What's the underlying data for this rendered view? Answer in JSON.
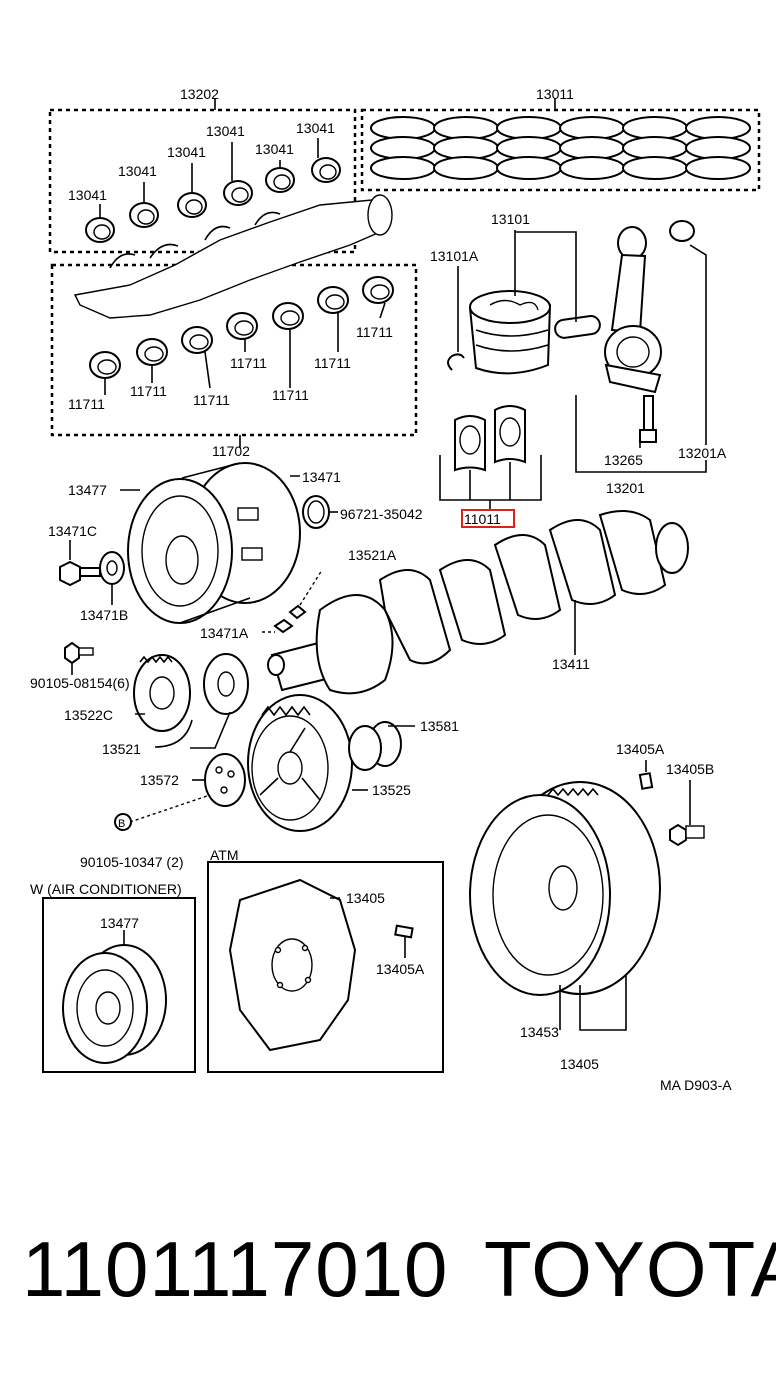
{
  "diagram": {
    "labels": {
      "l13202": "13202",
      "l13011": "13011",
      "l13041a": "13041",
      "l13041b": "13041",
      "l13041c": "13041",
      "l13041d": "13041",
      "l13041e": "13041",
      "l13041f": "13041",
      "l13101": "13101",
      "l13101A": "13101A",
      "l11711a": "11711",
      "l11711b": "11711",
      "l11711c": "11711",
      "l11711d": "11711",
      "l11711e": "11711",
      "l11711f": "11711",
      "l11711g": "11711",
      "l11702": "11702",
      "l13265": "13265",
      "l13201A": "13201A",
      "l13201": "13201",
      "l13477": "13477",
      "l13471": "13471",
      "l96721": "96721-35042",
      "l11011": "11011",
      "l13471C": "13471C",
      "l13521A": "13521A",
      "l13471B": "13471B",
      "l13471A": "13471A",
      "l90105a": "90105-08154(6)",
      "l13411": "13411",
      "l13522C": "13522C",
      "l13581": "13581",
      "l13521": "13521",
      "l13572": "13572",
      "l13525": "13525",
      "l13405A_top": "13405A",
      "l13405B": "13405B",
      "lB": "B",
      "l90105b": "90105-10347 (2)",
      "lATM": "ATM",
      "lAirCon": "W (AIR CONDITIONER)",
      "l13477b": "13477",
      "l13405_atm": "13405",
      "l13405A_atm": "13405A",
      "l13453": "13453",
      "l13405_bot": "13405",
      "lRef": "MA  D903-A"
    },
    "highlight_color": "#e0201c"
  },
  "footer": {
    "part_number": "1101117010",
    "brand": "TOYOTA"
  }
}
